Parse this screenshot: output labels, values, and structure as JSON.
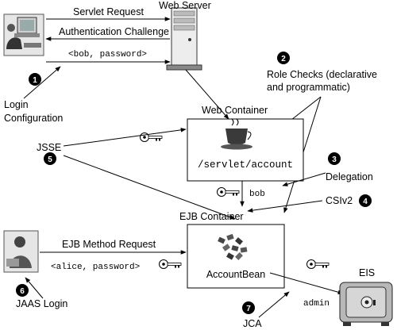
{
  "labels": {
    "web_server": "Web Server",
    "servlet_request": "Servlet Request",
    "auth_challenge": "Authentication Challenge",
    "bob_password": "<bob, password>",
    "login_config_1": "Login",
    "login_config_2": "Configuration",
    "role_checks_1": "Role Checks (declarative",
    "role_checks_2": "and programmatic)",
    "web_container": "Web Container",
    "servlet_account": "/servlet/account",
    "jsse": "JSSE",
    "delegation": "Delegation",
    "bob": "bob",
    "csiv2": "CSIv2",
    "ejb_container": "EJB Container",
    "ejb_method_request": "EJB Method Request",
    "alice_password": "<alice, password>",
    "account_bean": "AccountBean",
    "eis": "EIS",
    "admin": "admin",
    "jaas_login": "JAAS Login",
    "jca": "JCA"
  },
  "markers": {
    "m1": "1",
    "m2": "2",
    "m3": "3",
    "m4": "4",
    "m5": "5",
    "m6": "6",
    "m7": "7"
  },
  "icons": [
    "workstation-user-icon",
    "server-tower-icon",
    "coffee-cup-icon",
    "key-icon",
    "person-at-desk-icon",
    "bean-cluster-icon",
    "eis-vault-icon"
  ]
}
